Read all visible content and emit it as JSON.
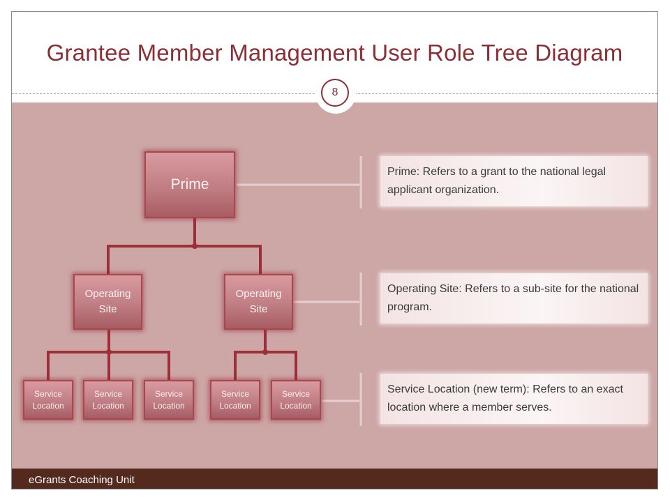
{
  "slide": {
    "title": "Grantee Member Management User Role Tree Diagram",
    "page_number": "8",
    "footer": "eGrants Coaching Unit"
  },
  "tree": {
    "prime": "Prime",
    "operating_sites": [
      {
        "label": "Operating Site"
      },
      {
        "label": "Operating Site"
      }
    ],
    "service_locations": [
      {
        "label": "Service Location"
      },
      {
        "label": "Service Location"
      },
      {
        "label": "Service Location"
      },
      {
        "label": "Service Location"
      },
      {
        "label": "Service Location"
      }
    ]
  },
  "descriptions": [
    {
      "text": "Prime:  Refers to a grant to the national legal applicant organization."
    },
    {
      "text": "Operating Site:  Refers to a sub-site for the national program."
    },
    {
      "text": "Service Location (new term):  Refers to an exact location where a member serves."
    }
  ],
  "colors": {
    "title": "#8b2f35",
    "content_background": "#cda6a6",
    "node_border": "#a8484e",
    "footer_background": "#552a1e"
  }
}
